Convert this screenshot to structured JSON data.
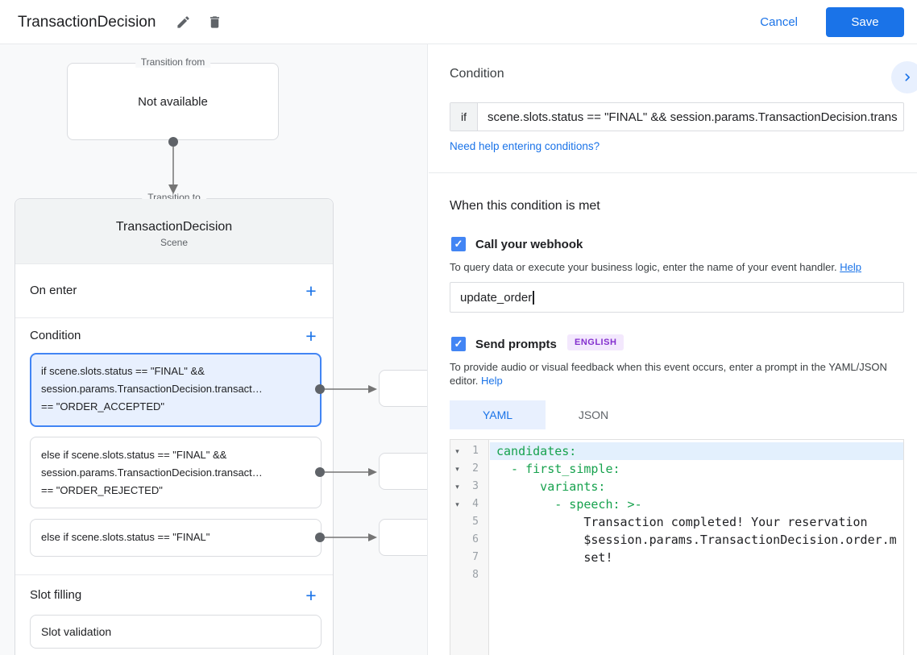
{
  "topbar": {
    "title": "TransactionDecision",
    "cancel": "Cancel",
    "save": "Save"
  },
  "canvas": {
    "transition_from": {
      "legend": "Transition from",
      "status": "Not available"
    },
    "transition_to": {
      "legend": "Transition to",
      "name": "TransactionDecision",
      "type": "Scene"
    },
    "on_enter": {
      "label": "On enter",
      "add_icon": "+"
    },
    "condition_section": {
      "label": "Condition",
      "add_icon": "+"
    },
    "conditions": [
      {
        "line1": "if scene.slots.status == \"FINAL\" &&",
        "line2": "session.params.TransactionDecision.transact…",
        "line3": "== \"ORDER_ACCEPTED\"",
        "selected": true
      },
      {
        "line1": "else if scene.slots.status == \"FINAL\" &&",
        "line2": "session.params.TransactionDecision.transact…",
        "line3": "== \"ORDER_REJECTED\"",
        "selected": false
      },
      {
        "line1": "else if scene.slots.status == \"FINAL\"",
        "selected": false
      }
    ],
    "slot_filling": {
      "label": "Slot filling",
      "add_icon": "+",
      "item": "Slot validation"
    }
  },
  "panel": {
    "heading": "Condition",
    "condition_field": {
      "prefix": "if",
      "value": "scene.slots.status == \"FINAL\" && session.params.TransactionDecision.trans"
    },
    "help_link": "Need help entering conditions?",
    "when_heading": "When this condition is met",
    "webhook": {
      "label": "Call your webhook",
      "checked": true,
      "check_icon": "✓",
      "helper": "To query data or execute your business logic, enter the name of your event handler.",
      "help": "Help",
      "value": "update_order"
    },
    "prompts": {
      "label": "Send prompts",
      "checked": true,
      "check_icon": "✓",
      "badge": "ENGLISH",
      "helper": "To provide audio or visual feedback when this event occurs, enter a prompt in the YAML/JSON editor.",
      "help": "Help"
    },
    "tabs": {
      "yaml": "YAML",
      "json": "JSON",
      "active": "YAML"
    },
    "editor": {
      "lines": [
        {
          "num": "1",
          "gutter_icon": "▾",
          "text": "candidates:",
          "kind": "key",
          "active": true
        },
        {
          "num": "2",
          "gutter_icon": "▾",
          "text": "  - first_simple:",
          "kind": "key",
          "active": false
        },
        {
          "num": "3",
          "gutter_icon": "▾",
          "text": "      variants:",
          "kind": "key",
          "active": false
        },
        {
          "num": "4",
          "gutter_icon": "▾",
          "text": "        - speech: >-",
          "kind": "key",
          "active": false
        },
        {
          "num": "5",
          "gutter_icon": "",
          "text": "            Transaction completed! Your reservation",
          "kind": "text",
          "active": false
        },
        {
          "num": "6",
          "gutter_icon": "",
          "text": "            $session.params.TransactionDecision.order.m",
          "kind": "text",
          "active": false
        },
        {
          "num": "7",
          "gutter_icon": "",
          "text": "            set!",
          "kind": "text",
          "active": false
        },
        {
          "num": "8",
          "gutter_icon": "",
          "text": "",
          "kind": "text",
          "active": false
        }
      ]
    }
  },
  "colors": {
    "accent": "#1a73e8",
    "checkbox": "#4285f4",
    "selected_card_bg": "#e8f0fe",
    "selected_card_border": "#4285f4",
    "badge_bg": "#f3e8fd",
    "badge_text": "#8430ce",
    "code_key": "#17a24e",
    "active_line_bg": "#e3f0fd",
    "tab_active_bg": "#e8f0fe",
    "canvas_bg": "#f8f9fa"
  }
}
